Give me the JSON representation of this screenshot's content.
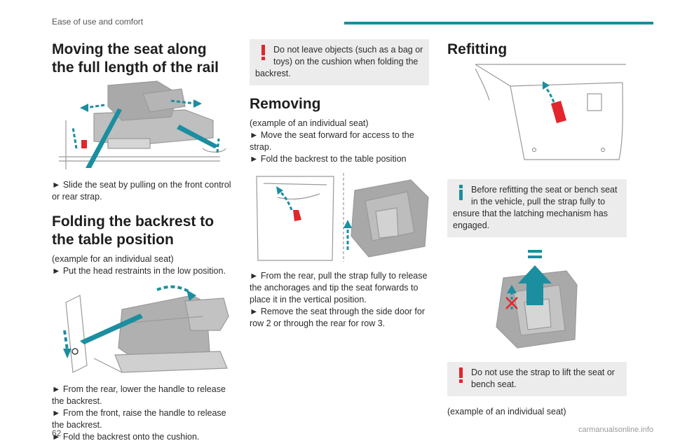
{
  "header": {
    "section": "Ease of use and comfort",
    "accent": "#1b8ea0"
  },
  "col1": {
    "h1": "Moving the seat along the full length of the rail",
    "p1": "► Slide the seat by pulling on the front control or rear strap.",
    "h2": "Folding the backrest to the table position",
    "p2a": "(example for an individual seat)",
    "p2b": "► Put the head restraints in the low position.",
    "p3a": "► From the rear, lower the handle to release the backrest.",
    "p3b": "► From the front, raise the handle to release the backrest.",
    "p3c": "► Fold the backrest onto the cushion."
  },
  "col2": {
    "warn": "Do not leave objects (such as a bag or toys) on the cushion when folding the backrest.",
    "h": "Removing",
    "p1a": "(example of an individual seat)",
    "p1b": "► Move the seat forward for access to the strap.",
    "p1c": "► Fold the backrest to the table position",
    "p2a": "► From the rear, pull the strap fully to release the anchorages and tip the seat forwards to place it in the vertical position.",
    "p2b": "► Remove the seat through the side door for row 2 or through the rear for row 3."
  },
  "col3": {
    "h": "Refitting",
    "info": "Before refitting the seat or bench seat in the vehicle, pull the strap fully to ensure that the latching mechanism has engaged.",
    "warn": "Do not use the strap to lift the seat or bench seat.",
    "p": "(example of an individual seat)"
  },
  "footer": {
    "page": "62",
    "watermark": "carmanualsonline.info"
  },
  "colors": {
    "teal": "#1b8ea0",
    "red": "#e2262b",
    "note_bg": "#ececec"
  },
  "icons": {
    "warning": "warning-icon",
    "info": "info-icon"
  }
}
